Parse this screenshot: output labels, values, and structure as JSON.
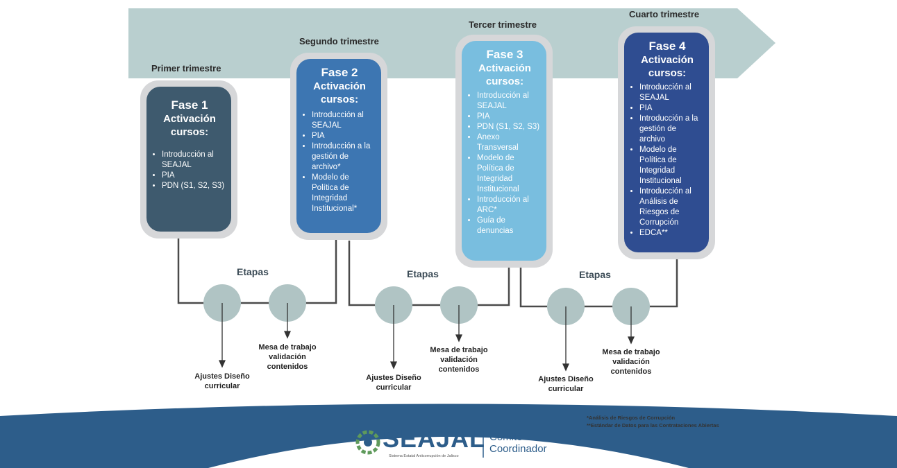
{
  "quarters": [
    "Primer trimestre",
    "Segundo trimestre",
    "Tercer trimestre",
    "Cuarto trimestre"
  ],
  "phases": [
    {
      "title": "Fase 1",
      "subtitle": "Activación cursos:",
      "items": [
        "Introducción al SEAJAL",
        "PIA",
        "PDN (S1, S2, S3)"
      ]
    },
    {
      "title": "Fase 2",
      "subtitle": "Activación cursos:",
      "items": [
        "Introducción al SEAJAL",
        "PIA",
        "Introducción a la gestión de archivo*",
        "Modelo de Política de Integridad Institucional*"
      ]
    },
    {
      "title": "Fase 3",
      "subtitle": "Activación cursos:",
      "items": [
        "Introducción al SEAJAL",
        "PIA",
        "PDN (S1, S2, S3)",
        "Anexo Transversal",
        "Modelo de Política de Integridad Institucional",
        "Introducción al ARC*",
        "Guía de denuncias"
      ]
    },
    {
      "title": "Fase 4",
      "subtitle": "Activación cursos:",
      "items": [
        "Introducción al SEAJAL",
        "PIA",
        "Introducción a la gestión de archivo",
        "Modelo de Política de Integridad Institucional",
        "Introducción al Análisis de Riesgos de Corrupción",
        "EDCA**"
      ]
    }
  ],
  "stages": {
    "label": "Etapas",
    "ajustes": "Ajustes Diseño curricular",
    "mesa": "Mesa de trabajo validación contenidos"
  },
  "footnotes": [
    "*Análisis de Riesgos de Corrupción",
    "**Estándar de Datos para las Contrataciones Abiertas"
  ],
  "logo": {
    "name": "SEAJAL",
    "tagline": "Sistema Estatal Anticorrupción de Jalisco",
    "comite": "Comité",
    "coordinador": "Coordinador"
  },
  "colors": {
    "arrow": "#b9cfcf",
    "fase1": "#3e5a6e",
    "fase2": "#3d76b2",
    "fase3": "#79bedf",
    "fase4": "#2f4d91",
    "node": "#b0c4c4",
    "band": "#2d5d8a"
  }
}
